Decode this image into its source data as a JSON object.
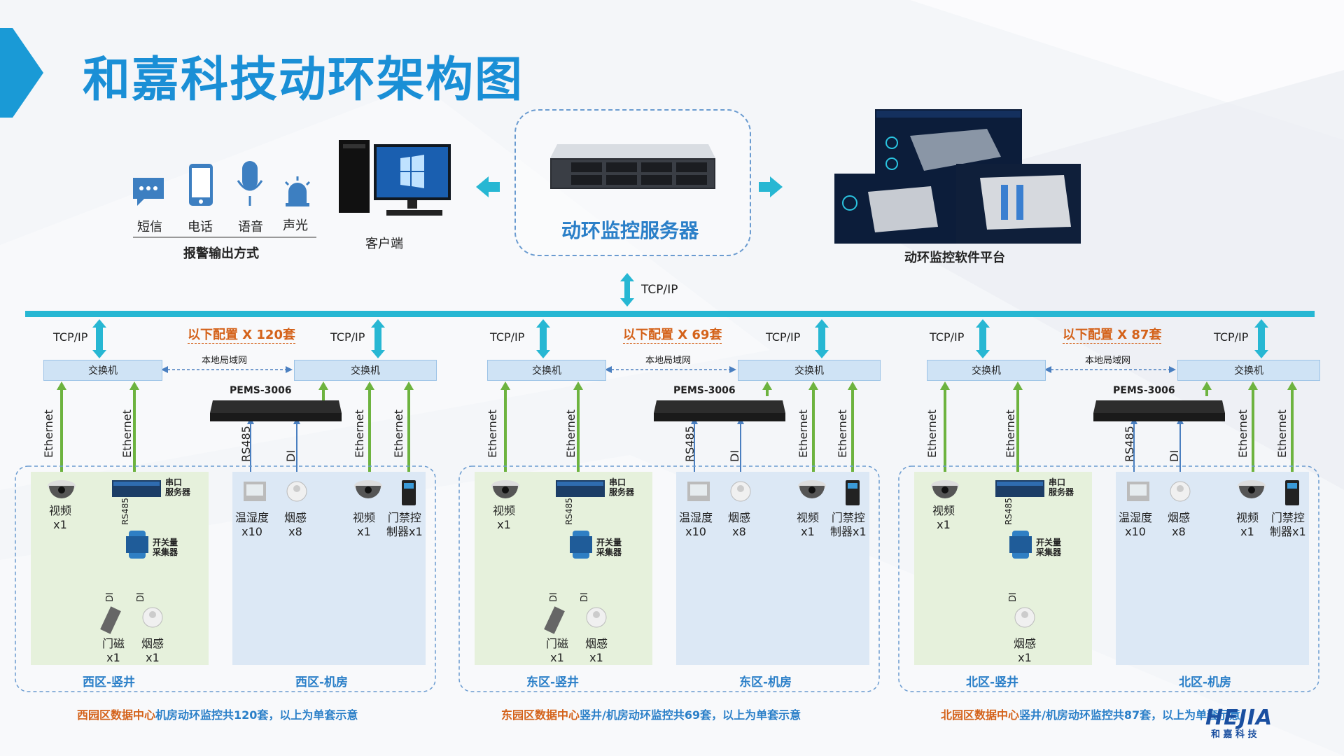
{
  "title": "和嘉科技动环架构图",
  "alarm": {
    "items": [
      {
        "label": "短信",
        "icon": "sms-icon"
      },
      {
        "label": "电话",
        "icon": "phone-icon"
      },
      {
        "label": "语音",
        "icon": "microphone-icon"
      },
      {
        "label": "声光",
        "icon": "siren-icon"
      }
    ],
    "caption": "报警输出方式"
  },
  "client_label": "客户端",
  "server_label": "动环监控服务器",
  "platform_label": "动环监控软件平台",
  "tcpip": "TCP/IP",
  "switch_label": "交换机",
  "lan_label": "本地局域网",
  "pems_label": "PEMS-3006",
  "ethernet": "Ethernet",
  "rs485": "RS485",
  "di": "DI",
  "serial_server": [
    "串口",
    "服务器"
  ],
  "collector": [
    "开关量",
    "采集器"
  ],
  "devices": {
    "video": "视频",
    "x1": "x1",
    "temp": "温湿度",
    "x10": "x10",
    "smoke": "烟感",
    "x8": "x8",
    "access": "门禁控",
    "access2": "制器x1",
    "door": "门磁"
  },
  "sections": [
    {
      "config": "以下配置 X 120套",
      "shaft": "西区-竖井",
      "room": "西区-机房",
      "note_a": "西园区数据中心",
      "note_b": "机房动环监控共120套，以上为单套示意"
    },
    {
      "config": "以下配置 X 69套",
      "shaft": "东区-竖井",
      "room": "东区-机房",
      "note_a": "东园区数据中心",
      "note_b": "竖井/机房动环监控共69套，以上为单套示意"
    },
    {
      "config": "以下配置 X 87套",
      "shaft": "北区-竖井",
      "room": "北区-机房",
      "note_a": "北园区数据中心",
      "note_b": "竖井/机房动环监控共87套，以上为单套示意"
    }
  ],
  "logo": {
    "text": "HEJIA",
    "sub": "和 嘉 科 技"
  },
  "colors": {
    "accent": "#1a8fd6",
    "bus": "#27b7d3",
    "green": "#6db33f",
    "orange": "#d4621a"
  }
}
